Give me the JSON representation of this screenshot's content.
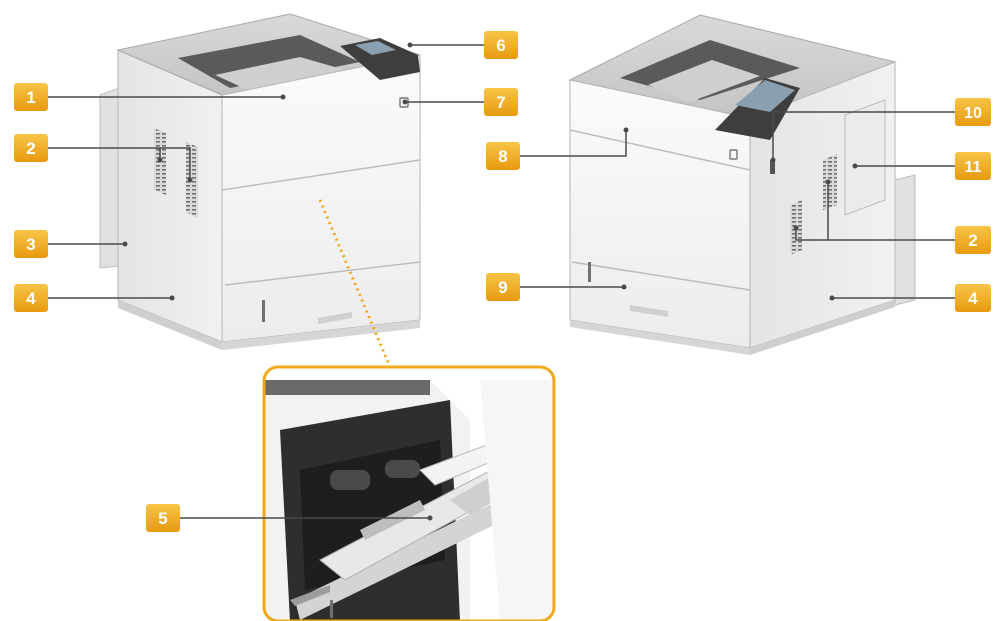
{
  "colors": {
    "badge": "#f0a81a",
    "badge_gradient_top": "#f7c548",
    "leader": "#4a4a4a",
    "body_light": "#f3f3f3",
    "body_mid": "#e6e6e6",
    "body_shade": "#d2d2d2",
    "top_dark": "#5d5d5d",
    "outline": "#9a9a9a",
    "detail_frame": "#f0a81a"
  },
  "callouts": [
    {
      "id": "c1",
      "label": "1"
    },
    {
      "id": "c2a",
      "label": "2"
    },
    {
      "id": "c3",
      "label": "3"
    },
    {
      "id": "c4a",
      "label": "4"
    },
    {
      "id": "c5",
      "label": "5"
    },
    {
      "id": "c6",
      "label": "6"
    },
    {
      "id": "c7",
      "label": "7"
    },
    {
      "id": "c8",
      "label": "8"
    },
    {
      "id": "c9",
      "label": "9"
    },
    {
      "id": "c10",
      "label": "10"
    },
    {
      "id": "c11",
      "label": "11"
    },
    {
      "id": "c2b",
      "label": "2"
    },
    {
      "id": "c4b",
      "label": "4"
    }
  ]
}
